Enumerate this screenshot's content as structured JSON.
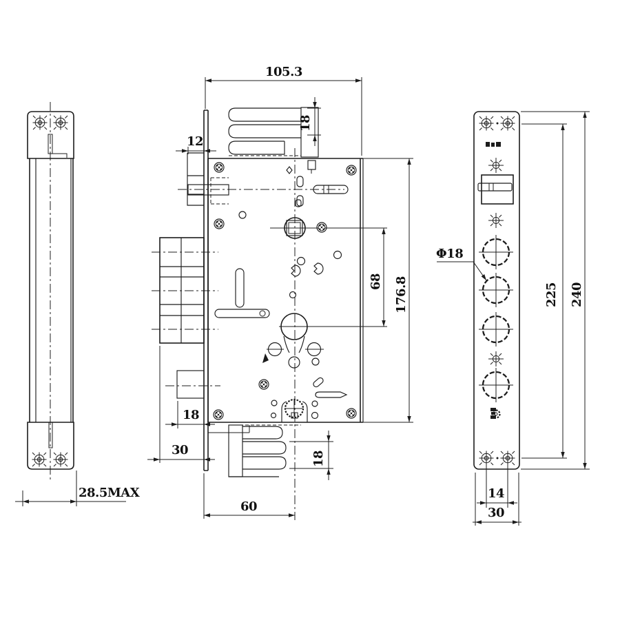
{
  "colors": {
    "background": "#ffffff",
    "line": "#1c1c1c"
  },
  "symbols": {
    "mount_screw": "target-screw-icon",
    "adjust_point": "crosshair-icon",
    "brand_mark": "illegible-micro-logo"
  },
  "side": {
    "dims": {
      "max_thickness": "28.5MAX"
    }
  },
  "body": {
    "dims": {
      "overall_width": "105.3",
      "latch_throw": "12",
      "top_latch_height": "18",
      "center_distance": "68",
      "body_height": "176.8",
      "aux_bolt_throw": "18",
      "deadbolt_throw": "30",
      "backset": "60",
      "bottom_latch_height": "18"
    }
  },
  "faceplate": {
    "dims": {
      "hole_diameter": "Φ18",
      "screw_hole_spacing": "225",
      "plate_height": "240",
      "screw_pair_gap": "14",
      "plate_width": "30"
    }
  }
}
